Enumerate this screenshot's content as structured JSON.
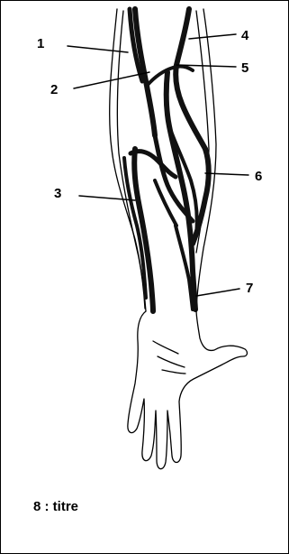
{
  "labels": {
    "n1": "1",
    "n2": "2",
    "n3": "3",
    "n4": "4",
    "n5": "5",
    "n6": "6",
    "n7": "7"
  },
  "title": "8 : titre"
}
